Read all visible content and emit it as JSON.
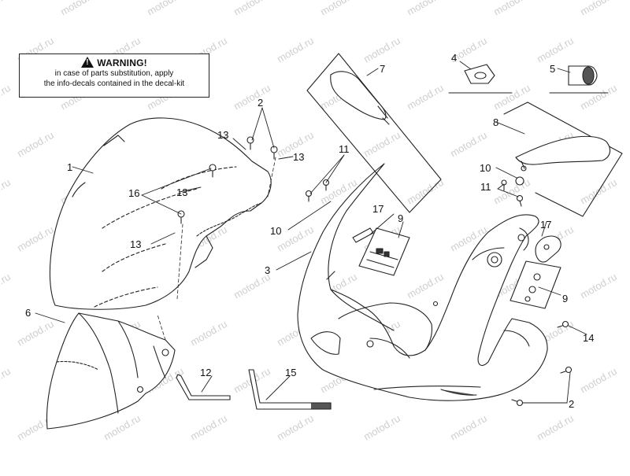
{
  "watermark": "motod.ru",
  "warning": {
    "title": "WARNING!",
    "line1": "in case of parts substitution, apply",
    "line2": "the info-decals contained in the decal-kit"
  },
  "callouts": {
    "c1": "1",
    "c2a": "2",
    "c2b": "2",
    "c3": "3",
    "c4": "4",
    "c5": "5",
    "c6": "6",
    "c7": "7",
    "c8": "8",
    "c9a": "9",
    "c9b": "9",
    "c10a": "10",
    "c10b": "10",
    "c11a": "11",
    "c11b": "11",
    "c12": "12",
    "c13a": "13",
    "c13b": "13",
    "c13c": "13",
    "c13d": "13",
    "c14": "14",
    "c15": "15",
    "c16": "16",
    "c17a": "17",
    "c17b": "17"
  },
  "colors": {
    "line": "#222222",
    "watermark": "#c8c8c8"
  }
}
